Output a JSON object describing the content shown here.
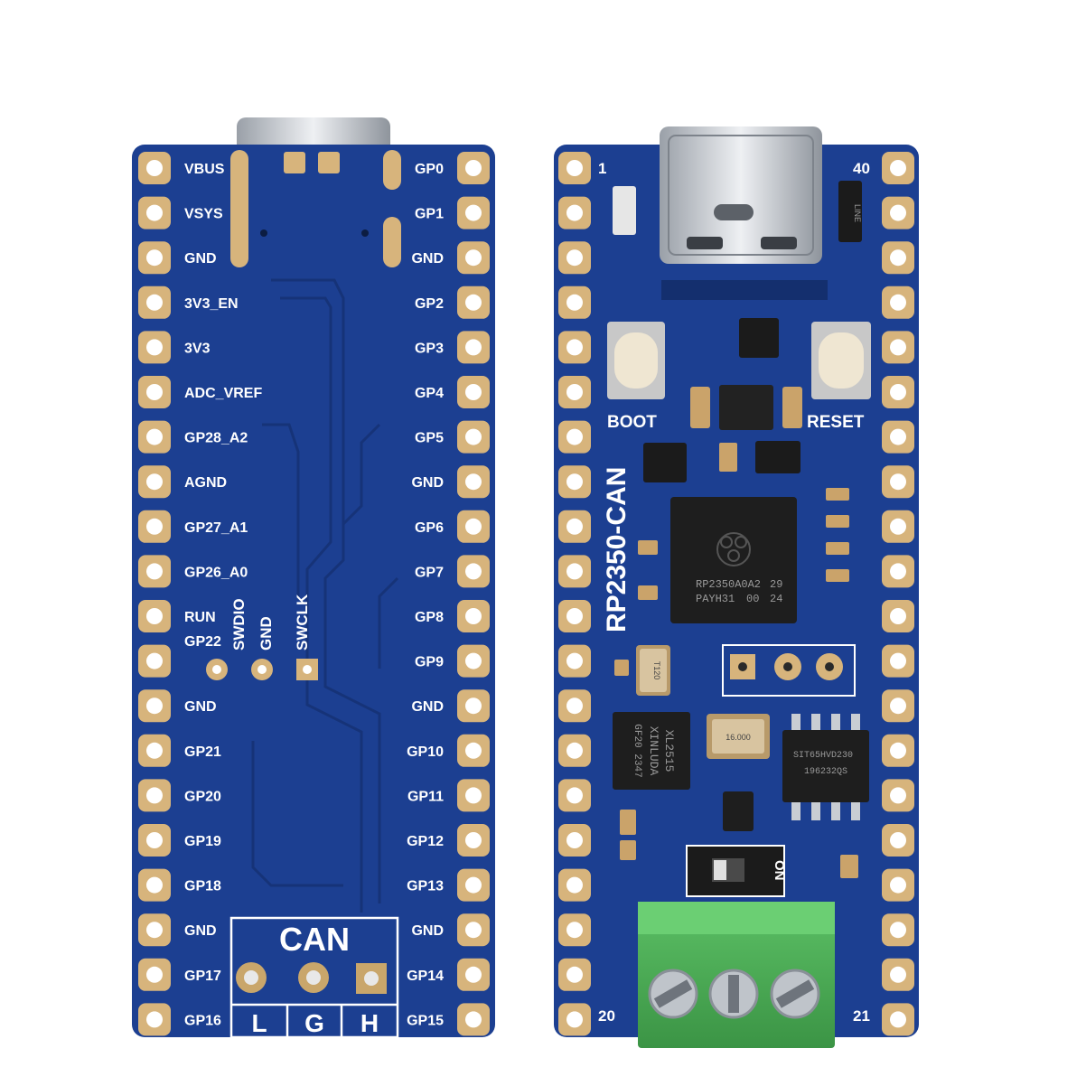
{
  "back_board": {
    "left_labels": [
      "VBUS",
      "VSYS",
      "GND",
      "3V3_EN",
      "3V3",
      "ADC_VREF",
      "GP28_A2",
      "AGND",
      "GP27_A1",
      "GP26_A0",
      "RUN",
      "GP22",
      "GND",
      "GP21",
      "GP20",
      "GP19",
      "GP18",
      "GND",
      "GP17",
      "GP16"
    ],
    "right_labels": [
      "GP0",
      "GP1",
      "GND",
      "GP2",
      "GP3",
      "GP4",
      "GP5",
      "GND",
      "GP6",
      "GP7",
      "GP8",
      "GP9",
      "GND",
      "GP10",
      "GP11",
      "GP12",
      "GP13",
      "GND",
      "GP14",
      "GP15"
    ],
    "swd": {
      "swdio": "SWDIO",
      "gnd": "GND",
      "swclk": "SWCLK"
    },
    "can": {
      "title": "CAN",
      "l": "L",
      "g": "G",
      "h": "H"
    }
  },
  "front_board": {
    "name": "RP2350-CAN",
    "corner_numbers": {
      "top_left": "1",
      "top_right": "40",
      "bottom_left": "20",
      "bottom_right": "21"
    },
    "buttons": {
      "boot": "BOOT",
      "reset": "RESET"
    },
    "chip_marking": {
      "line1": "RP2350A0A2",
      "line2": "29",
      "line3": "PAYH31",
      "line4": "00",
      "line5": "24"
    },
    "can_controller": {
      "line1": "XL2515",
      "line2": "XINLUDA",
      "line3": "GF20 2347"
    },
    "transceiver": {
      "line1": "SIT65HVD230",
      "line2": "196232QS"
    },
    "crystal1": "T120",
    "crystal2": "16.000",
    "switch_label": "ON",
    "diode_label": "LINE"
  },
  "colors": {
    "pcb": "#1c3f91",
    "pcb_dark": "#163378",
    "pad_gold": "#d7b47c",
    "silkscreen": "#ffffff",
    "terminal_green": "#4cae55",
    "usb_metal": "#c9cdd3"
  }
}
